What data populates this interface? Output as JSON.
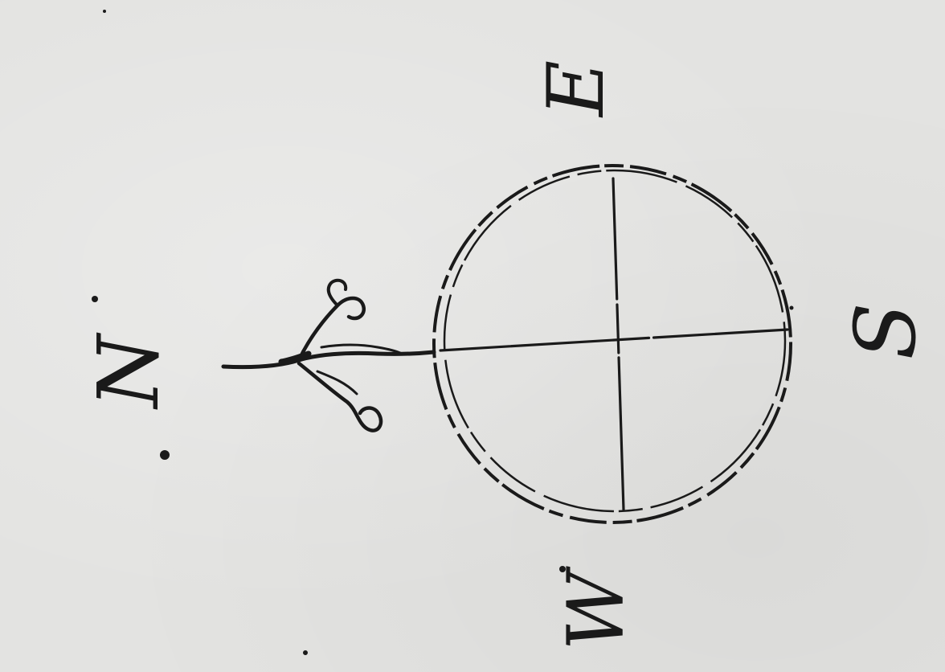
{
  "compass_rose": {
    "labels": {
      "top": "E",
      "right": "S",
      "bottom": "W",
      "left": "N"
    },
    "colors": {
      "ink": "#1a1a1a",
      "paper": "#e3e3e1"
    },
    "pointer_icon": "fleur-de-lis-icon"
  }
}
